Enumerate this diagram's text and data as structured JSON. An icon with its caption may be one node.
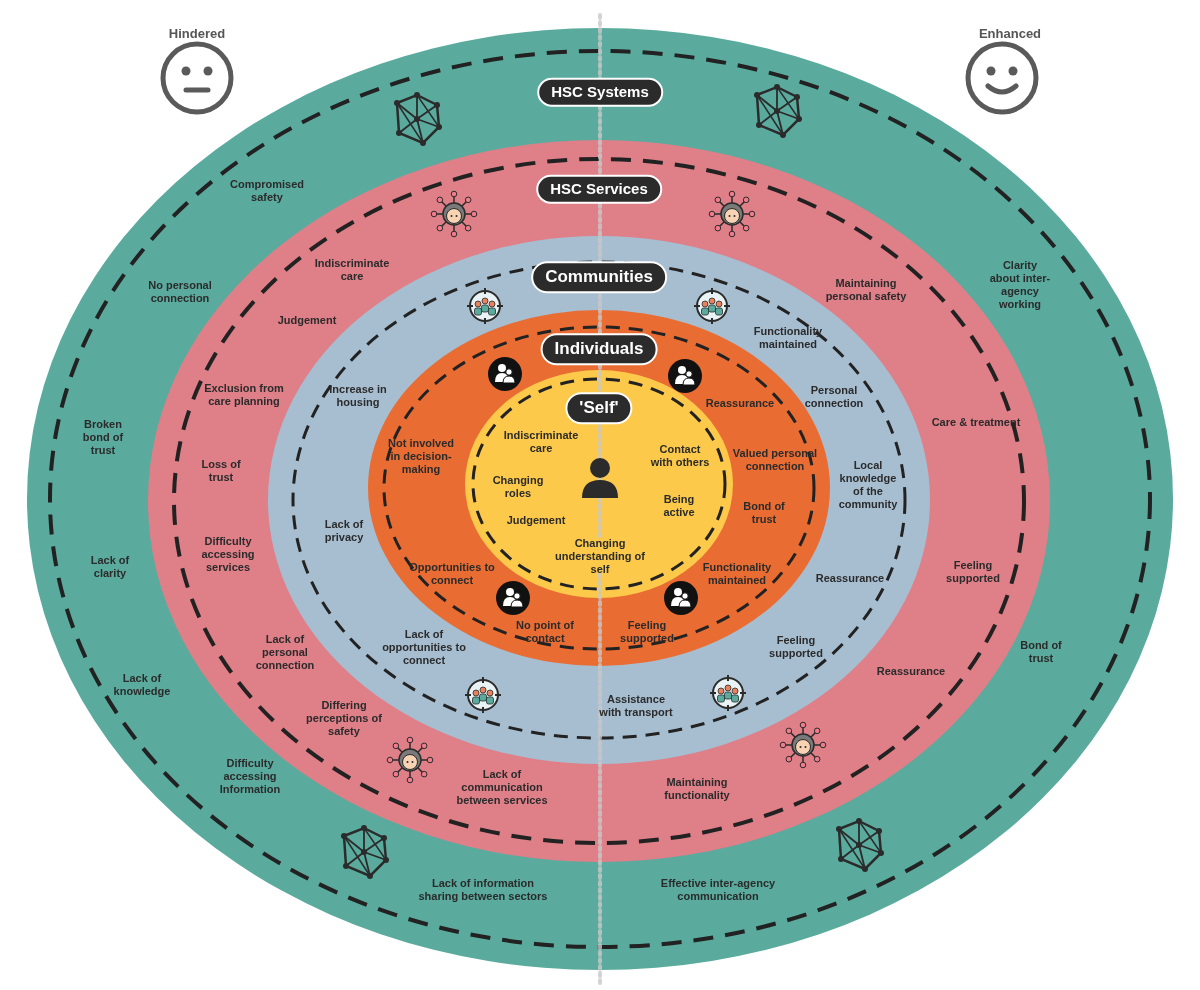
{
  "diagram": {
    "nodes": [
      {
        "text": [
          "HSC Systems"
        ]
      },
      {
        "text": [
          "HSC Services"
        ],
        "in": 0
      },
      {
        "text": [
          "Communities"
        ],
        "in": 1
      },
      {
        "text": [
          "Individuals"
        ],
        "in": 2
      },
      {
        "text": [
          "'Self'"
        ],
        "in": 3
      }
    ],
    "labels": [
      "Hindered",
      "Enhanced",
      "Compromised safety",
      "No personal connection",
      "Indiscriminate care",
      "Maintaining personal safety",
      "Clarity about inter-agency working",
      "Judgement",
      "Functionality maintained",
      "Exclusion from care planning",
      "Increase in housing",
      "Personal connection",
      "Reassurance",
      "Care & treatment",
      "Broken bond of trust",
      "Indiscriminate care",
      "Not involved in decision-making",
      "Contact with others",
      "Valued personal connection",
      "Loss of trust",
      "Local knowledge of the community",
      "Changing roles",
      "Being active",
      "Bond of trust",
      "Judgement",
      "Lack of privacy",
      "Difficulty accessing services",
      "Changing understanding of self",
      "Lack of clarity",
      "Opportunities to connect",
      "Functionality maintained",
      "Reassurance",
      "Feeling supported",
      "No point of contact",
      "Feeling supported",
      "Lack of opportunities to connect",
      "Feeling supported",
      "Lack of personal connection",
      "Bond of trust",
      "Reassurance",
      "Lack of knowledge",
      "Assistance with transport",
      "Differing perceptions of safety",
      "Difficulty accessing Information",
      "Lack of communication between services",
      "Maintaining functionality",
      "Lack of information sharing between sectors",
      "Effective inter-agency communication"
    ]
  }
}
